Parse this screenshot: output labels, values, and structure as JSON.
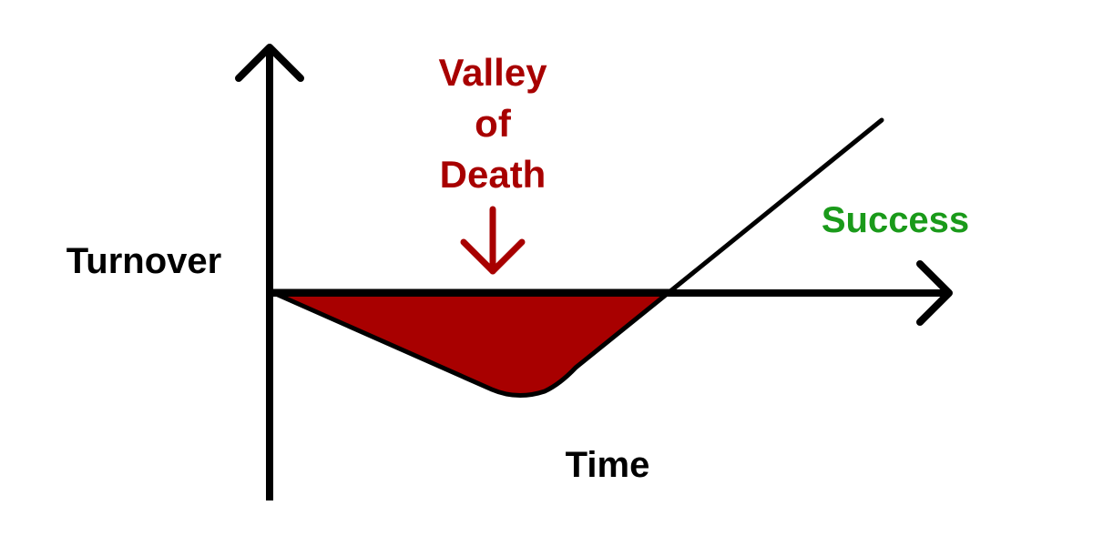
{
  "labels": {
    "y_axis": "Turnover",
    "x_axis": "Time",
    "valley_line1": "Valley",
    "valley_line2": "of",
    "valley_line3": "Death",
    "success": "Success"
  },
  "colors": {
    "background": "#ffffff",
    "axis": "#000000",
    "valley_fill": "#a80000",
    "valley_text": "#a80000",
    "success_text": "#1a9a1a",
    "axis_text": "#000000"
  }
}
